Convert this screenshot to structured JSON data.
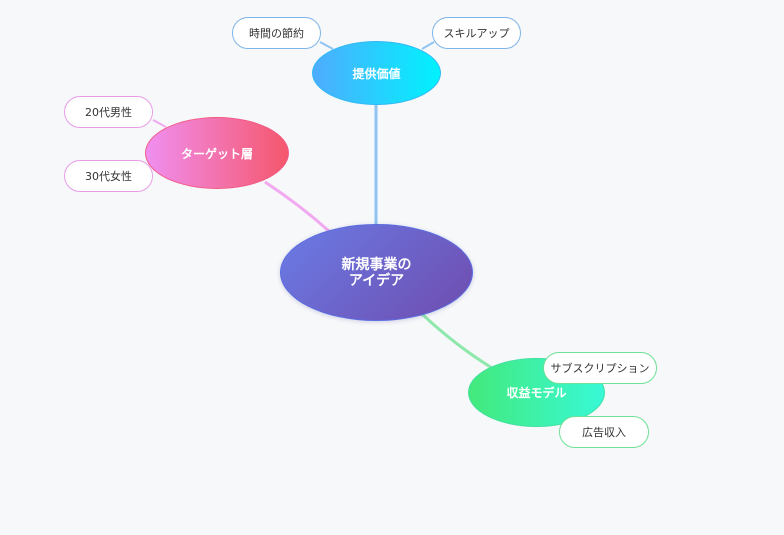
{
  "mindmap": {
    "center": {
      "label": "新規事業の\nアイデア"
    },
    "branches": [
      {
        "key": "value",
        "label": "提供価値",
        "color": "#4facfe",
        "children": [
          "時間の節約",
          "スキルアップ"
        ]
      },
      {
        "key": "target",
        "label": "ターゲット層",
        "color": "#f5576c",
        "children": [
          "20代男性",
          "30代女性"
        ]
      },
      {
        "key": "revenue",
        "label": "収益モデル",
        "color": "#43e97b",
        "children": [
          "サブスクリプション",
          "広告収入"
        ]
      }
    ],
    "colors": {
      "background": "#f7f8fa",
      "center_start": "#6a7ce6",
      "center_end": "#6f4cae",
      "link_value": "#8ec5f2",
      "link_target": "#f1a9f0",
      "link_revenue": "#8ee8ac"
    }
  }
}
